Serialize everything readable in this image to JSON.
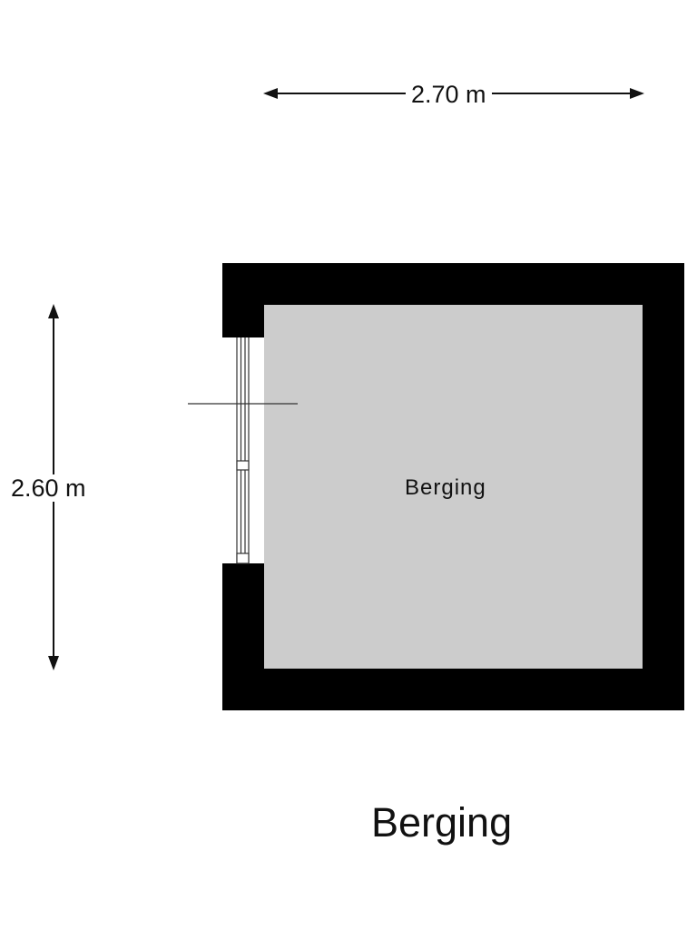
{
  "plan": {
    "title": "Berging",
    "rooms": [
      {
        "name": "Berging",
        "fill": "#cccccc"
      }
    ],
    "dimensions": {
      "width_label": "2.70 m",
      "height_label": "2.60 m"
    },
    "colors": {
      "wall": "#000000",
      "floor": "#cccccc",
      "background": "#ffffff",
      "lines": "#222222"
    }
  }
}
